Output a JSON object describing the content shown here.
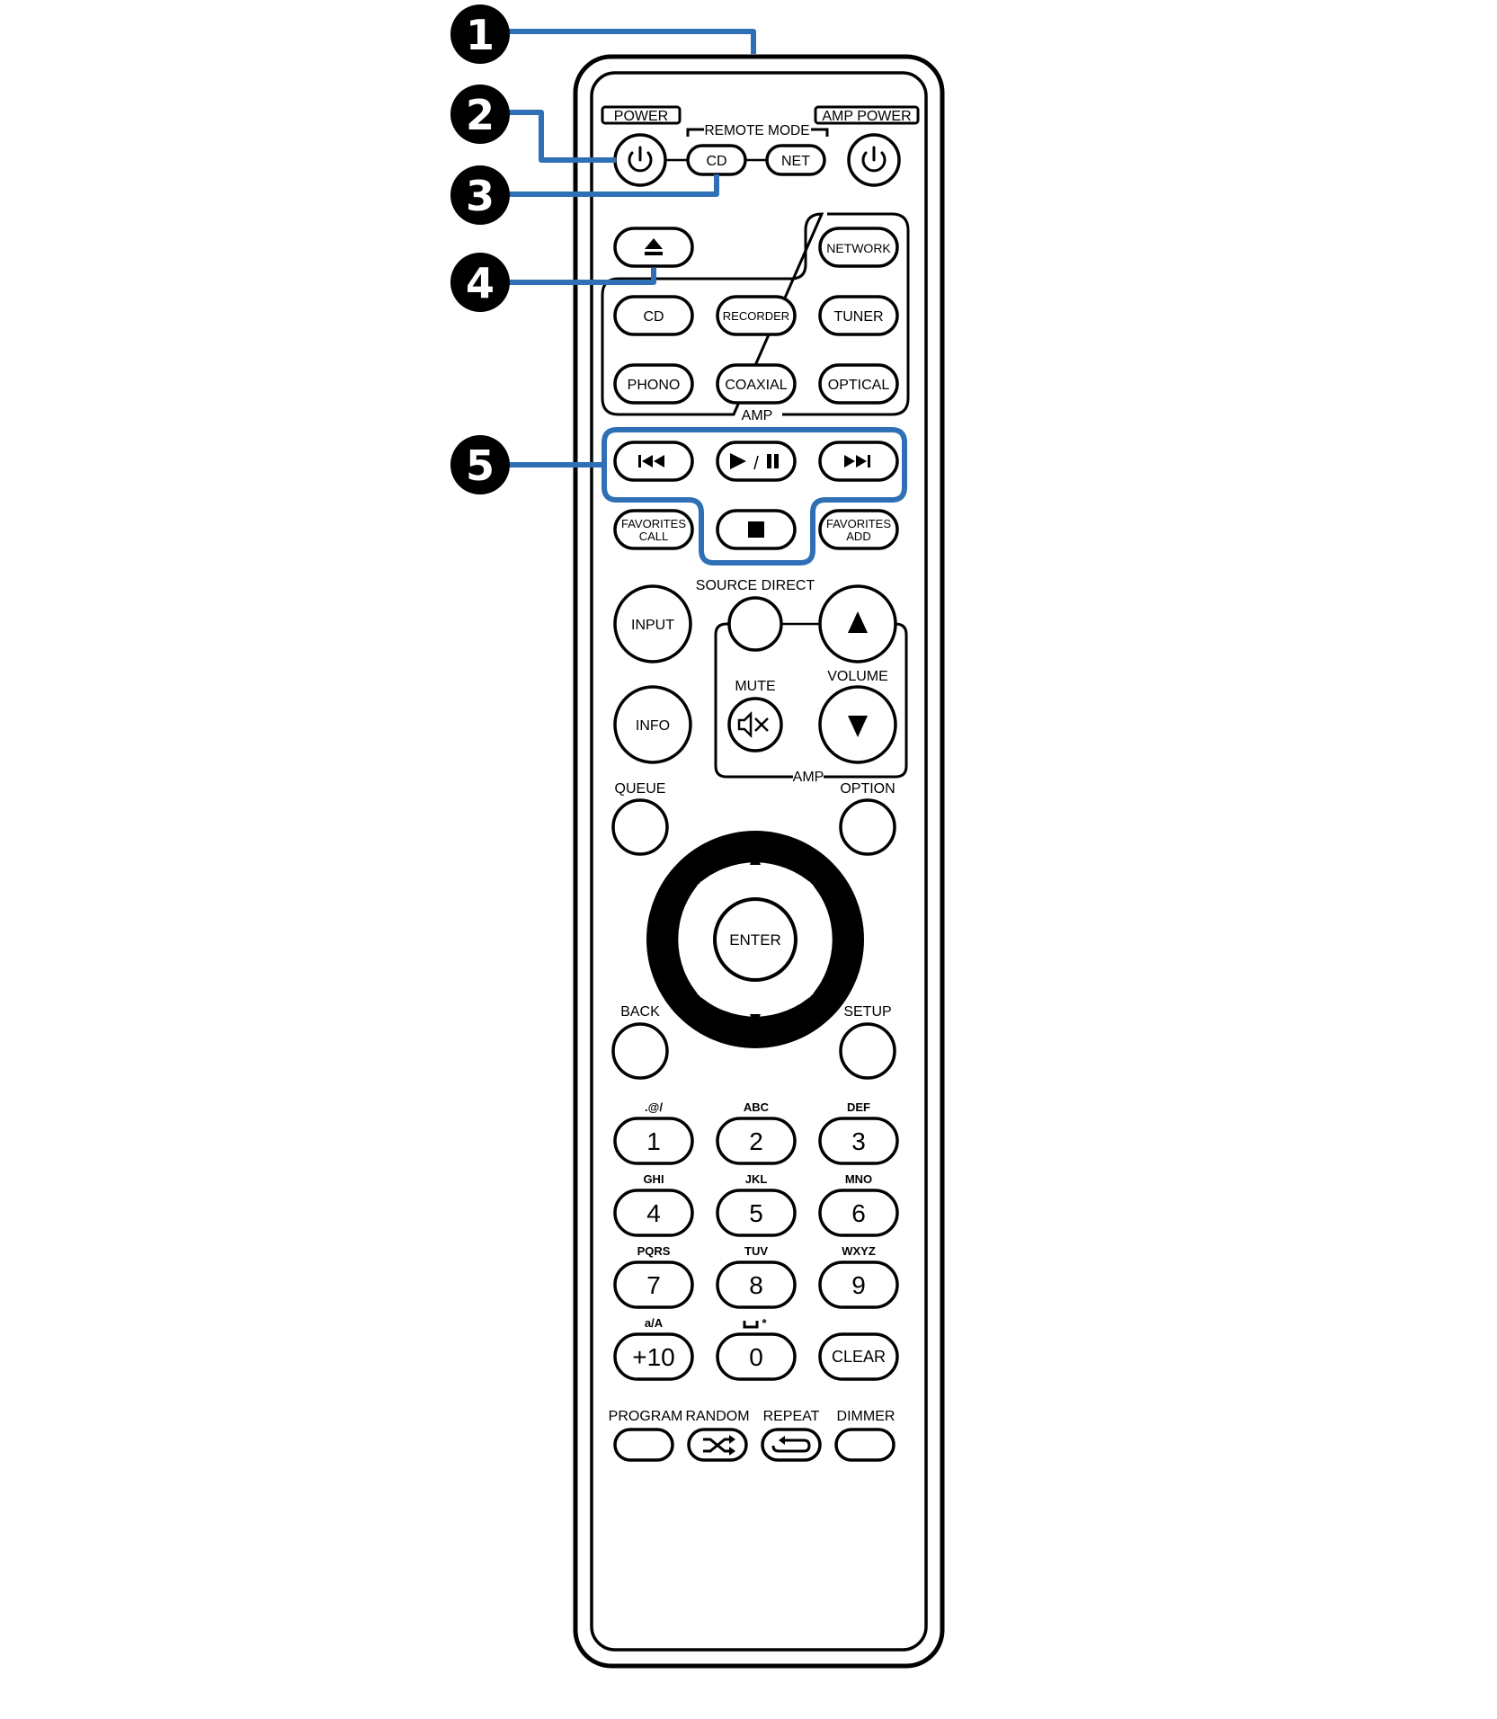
{
  "colors": {
    "outline": "#000000",
    "callout_line": "#2f6fb5",
    "callout_fill": "#000000",
    "background": "#ffffff"
  },
  "callouts": [
    "1",
    "2",
    "3",
    "4",
    "5"
  ],
  "top": {
    "power_label": "POWER",
    "amp_power_label": "AMP POWER",
    "remote_mode_label": "REMOTE MODE",
    "cd_label": "CD",
    "net_label": "NET"
  },
  "sources": {
    "network": "NETWORK",
    "cd": "CD",
    "recorder": "RECORDER",
    "tuner": "TUNER",
    "phono": "PHONO",
    "coaxial": "COAXIAL",
    "optical": "OPTICAL",
    "amp_label": "AMP"
  },
  "transport": {
    "favorites_call_1": "FAVORITES",
    "favorites_call_2": "CALL",
    "favorites_add_1": "FAVORITES",
    "favorites_add_2": "ADD",
    "play_pause_sep": "/"
  },
  "volume": {
    "input": "INPUT",
    "source_direct": "SOURCE DIRECT",
    "info": "INFO",
    "mute": "MUTE",
    "volume": "VOLUME",
    "amp_label": "AMP"
  },
  "nav": {
    "queue": "QUEUE",
    "option": "OPTION",
    "enter": "ENTER",
    "back": "BACK",
    "setup": "SETUP"
  },
  "keypad": [
    {
      "key": "1",
      "sub": ".@/"
    },
    {
      "key": "2",
      "sub": "ABC"
    },
    {
      "key": "3",
      "sub": "DEF"
    },
    {
      "key": "4",
      "sub": "GHI"
    },
    {
      "key": "5",
      "sub": "JKL"
    },
    {
      "key": "6",
      "sub": "MNO"
    },
    {
      "key": "7",
      "sub": "PQRS"
    },
    {
      "key": "8",
      "sub": "TUV"
    },
    {
      "key": "9",
      "sub": "WXYZ"
    },
    {
      "key": "+10",
      "sub": "a/A"
    },
    {
      "key": "0",
      "sub": "*"
    },
    {
      "key": "CLEAR",
      "sub": ""
    }
  ],
  "bottom": {
    "program": "PROGRAM",
    "random": "RANDOM",
    "repeat": "REPEAT",
    "dimmer": "DIMMER"
  },
  "icons": [
    "power-icon",
    "eject-icon",
    "skip-back-icon",
    "play-pause-icon",
    "skip-forward-icon",
    "stop-icon",
    "volume-up-icon",
    "volume-down-icon",
    "mute-icon",
    "cursor-up-icon",
    "cursor-down-icon",
    "cursor-left-icon",
    "cursor-right-icon",
    "shuffle-icon",
    "repeat-icon",
    "space-icon"
  ]
}
